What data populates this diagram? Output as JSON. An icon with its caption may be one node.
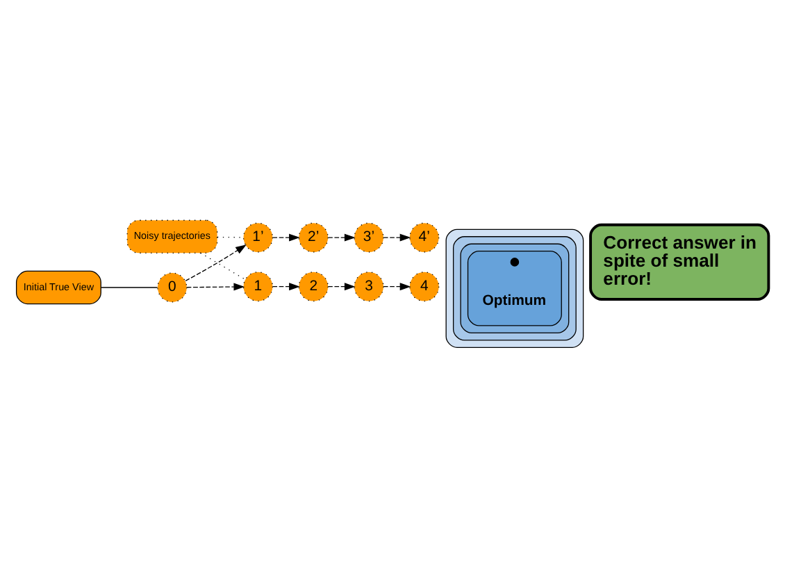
{
  "diagram": {
    "nodes": [
      {
        "text": [
          "Noisy trajectories"
        ]
      },
      {
        "text": [
          "0"
        ]
      },
      {
        "text": [
          "1’"
        ]
      },
      {
        "text": [
          "2’"
        ]
      },
      {
        "text": [
          "3’"
        ]
      },
      {
        "text": [
          "4’"
        ]
      },
      {
        "text": [
          "1"
        ]
      },
      {
        "text": [
          "2"
        ]
      },
      {
        "text": [
          "3"
        ]
      },
      {
        "text": [
          "4"
        ]
      },
      {
        "text": [
          "Initial True View"
        ]
      },
      {
        "text": [],
        "shape": "ellipse"
      },
      {
        "text": [],
        "shape": "ellipse",
        "in": 11
      },
      {
        "text": [],
        "shape": "ellipse",
        "in": 12
      },
      {
        "text": [],
        "shape": "ellipse",
        "in": 13
      },
      {
        "text": [],
        "shape": "circle",
        "in": 14,
        "beside": [
          "Optimum"
        ]
      },
      {
        "text": [
          "Correct answer in spite of small error!"
        ]
      }
    ],
    "edges": [
      {
        "from": 1,
        "to": 2,
        "arrow": "to",
        "style": "dashed"
      },
      {
        "from": 2,
        "to": 3,
        "arrow": "to",
        "style": "dashed"
      },
      {
        "from": 3,
        "to": 4,
        "arrow": "to",
        "style": "dashed"
      },
      {
        "from": 4,
        "to": 5,
        "arrow": "to",
        "style": "dashed"
      },
      {
        "from": 1,
        "to": 6,
        "arrow": "to",
        "style": "dashed"
      },
      {
        "from": 6,
        "to": 7,
        "arrow": "to",
        "style": "dashed"
      },
      {
        "from": 7,
        "to": 8,
        "arrow": "to",
        "style": "dashed"
      },
      {
        "from": 8,
        "to": 9,
        "arrow": "to",
        "style": "dashed"
      },
      {
        "from": 0,
        "to": 2,
        "arrow": "none",
        "style": "dashed"
      },
      {
        "from": 0,
        "to": 6,
        "arrow": "none",
        "style": "dashed"
      },
      {
        "from": 10,
        "to": 1,
        "arrow": "none"
      }
    ]
  }
}
